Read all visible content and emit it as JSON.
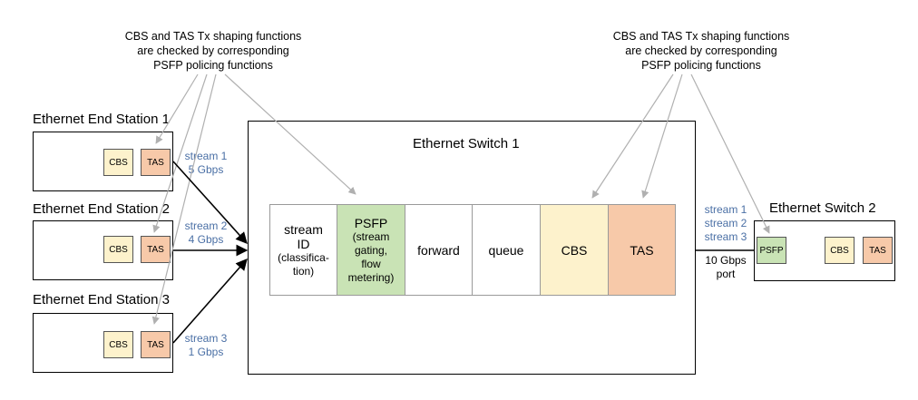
{
  "notes": {
    "left": [
      "CBS and TAS Tx shaping functions",
      "are checked by corresponding",
      "PSFP policing functions"
    ],
    "right": [
      "CBS and TAS Tx shaping functions",
      "are checked by corresponding",
      "PSFP policing functions"
    ]
  },
  "stations": [
    {
      "title": "Ethernet End Station 1",
      "cbs": "CBS",
      "tas": "TAS",
      "stream": "stream 1",
      "rate": "5 Gbps"
    },
    {
      "title": "Ethernet End Station 2",
      "cbs": "CBS",
      "tas": "TAS",
      "stream": "stream 2",
      "rate": "4 Gbps"
    },
    {
      "title": "Ethernet End Station 3",
      "cbs": "CBS",
      "tas": "TAS",
      "stream": "stream 3",
      "rate": "1 Gbps"
    }
  ],
  "switch1": {
    "title": "Ethernet Switch 1",
    "pipeline": {
      "stream_id": {
        "main": "stream",
        "main2": "ID",
        "sub": [
          "(classifica-",
          "tion)"
        ]
      },
      "psfp": {
        "main": "PSFP",
        "sub": [
          "(stream",
          "gating,",
          "flow",
          "metering)"
        ]
      },
      "forward": "forward",
      "queue": "queue",
      "cbs": "CBS",
      "tas": "TAS"
    }
  },
  "port": {
    "streams": [
      "stream 1",
      "stream 2",
      "stream 3"
    ],
    "rate": "10 Gbps",
    "label": "port"
  },
  "switch2": {
    "title": "Ethernet Switch 2",
    "psfp": "PSFP",
    "cbs": "CBS",
    "tas": "TAS"
  },
  "colors": {
    "cbs": "#fdf2cc",
    "tas": "#f7c9a9",
    "psfp": "#c9e3b5",
    "stream_text": "#4a6fa5",
    "pointer": "#b0b0b0"
  }
}
